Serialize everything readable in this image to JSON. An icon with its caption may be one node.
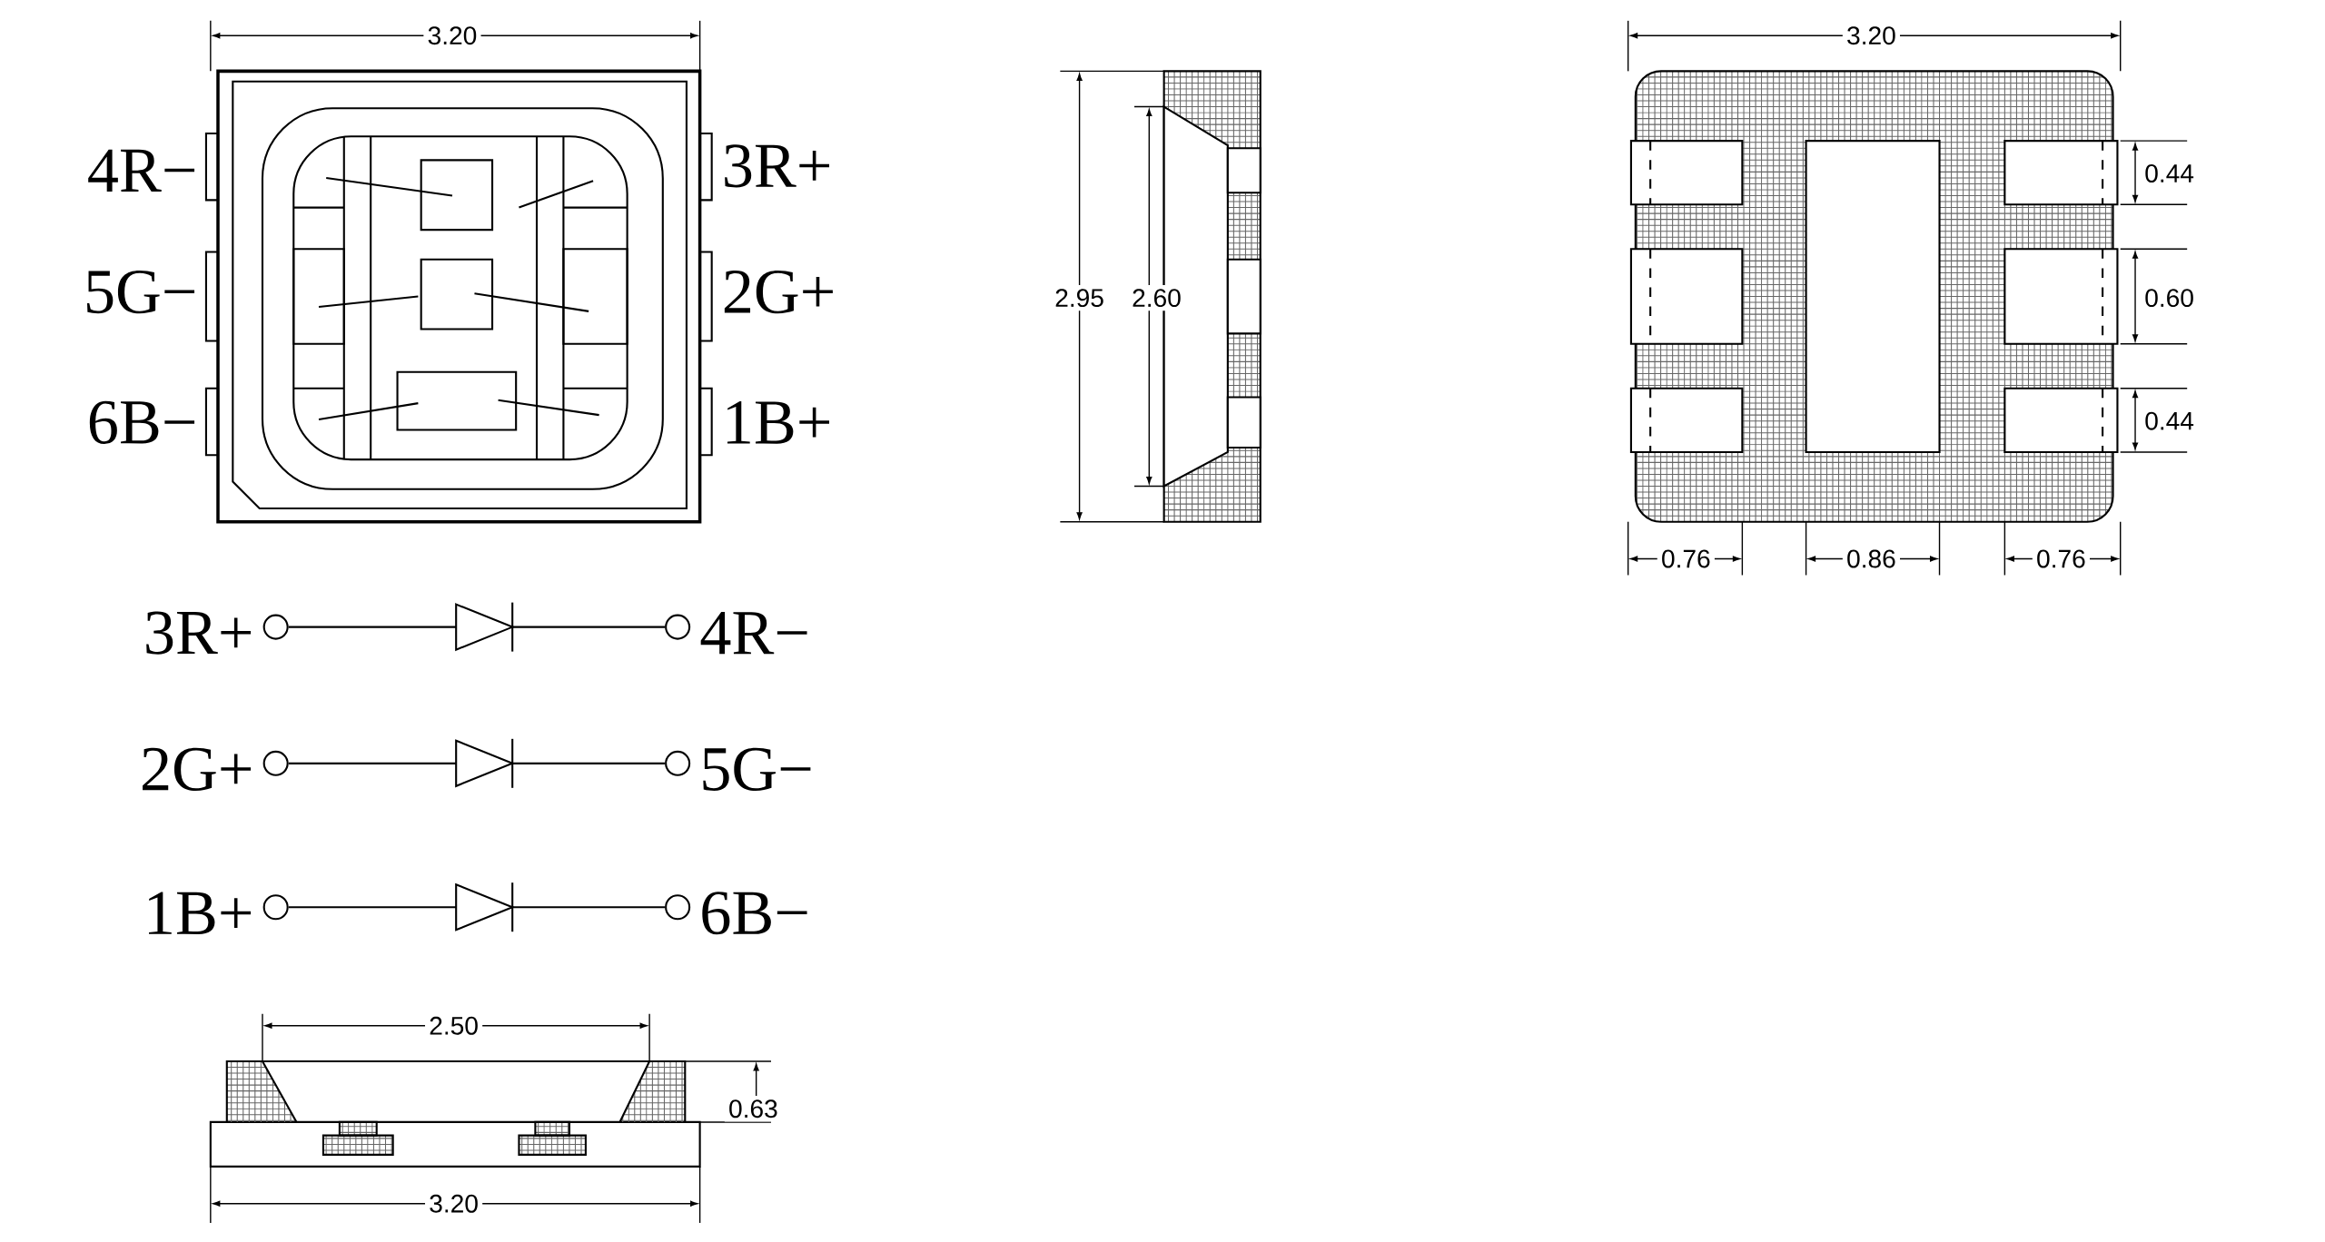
{
  "diagram": {
    "nodes": [
      {
        "text": [],
        "shape": "circle",
        "beside": [
          "3R+"
        ]
      },
      {
        "text": [],
        "shape": "circle",
        "beside": [
          "4R−"
        ]
      },
      {
        "text": [],
        "shape": "circle",
        "beside": [
          "2G+"
        ]
      },
      {
        "text": [],
        "shape": "circle",
        "beside": [
          "5G−"
        ]
      },
      {
        "text": [],
        "shape": "circle",
        "beside": [
          "1B+"
        ]
      },
      {
        "text": [],
        "shape": "circle",
        "beside": [
          "6B−"
        ]
      }
    ],
    "edges": [
      {
        "from": 0,
        "to": 1,
        "arrow": "none"
      },
      {
        "from": 2,
        "to": 3,
        "arrow": "none"
      },
      {
        "from": 4,
        "to": 5,
        "arrow": "none"
      }
    ],
    "labels": [
      "3.20",
      "3.20",
      "4R−",
      "3R+",
      "5G−",
      "2G+",
      "6B−",
      "1B+",
      "2.95",
      "2.60",
      "0.44",
      "0.60",
      "0.44",
      "0.76",
      "0.86",
      "0.76",
      "2.50",
      "0.63",
      "3.20"
    ]
  }
}
